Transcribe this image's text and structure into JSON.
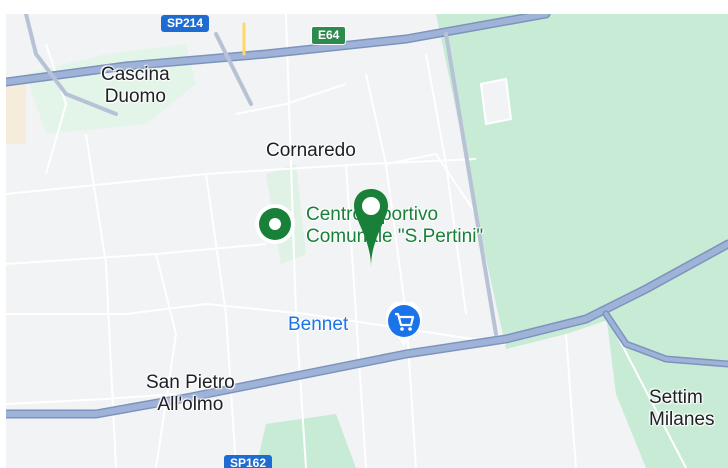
{
  "places": {
    "cascina_duomo": [
      "Cascina",
      "Duomo"
    ],
    "cornaredo": "Cornaredo",
    "sport_center": [
      "Centro Sportivo",
      "Comunale \"S.Pertini\""
    ],
    "bennet": "Bennet",
    "san_pietro": [
      "San Pietro",
      "All'olmo"
    ],
    "settimo": [
      "Settim",
      "Milanes"
    ]
  },
  "roads": {
    "sp214": "SP214",
    "e64": "E64",
    "sp162": "SP162"
  },
  "icons": {
    "park_marker": "park-icon",
    "selected_pin": "map-pin-icon",
    "shopping": "shopping-cart-icon"
  },
  "colors": {
    "land": "#f1f3f4",
    "park": "#c8ebd6",
    "highway": "#8ea3c9",
    "poi_green": "#188038",
    "shop_blue": "#1a73e8"
  }
}
